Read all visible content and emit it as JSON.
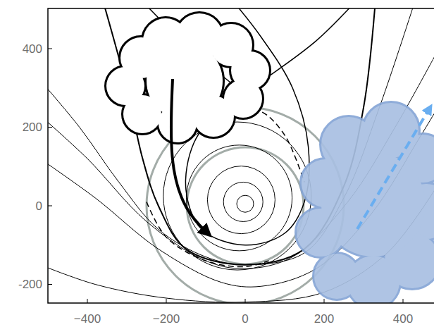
{
  "diagram": {
    "labels": [
      "400",
      "200",
      "0",
      "-200",
      "−400",
      "−200",
      "0",
      "200",
      "400"
    ]
  }
}
